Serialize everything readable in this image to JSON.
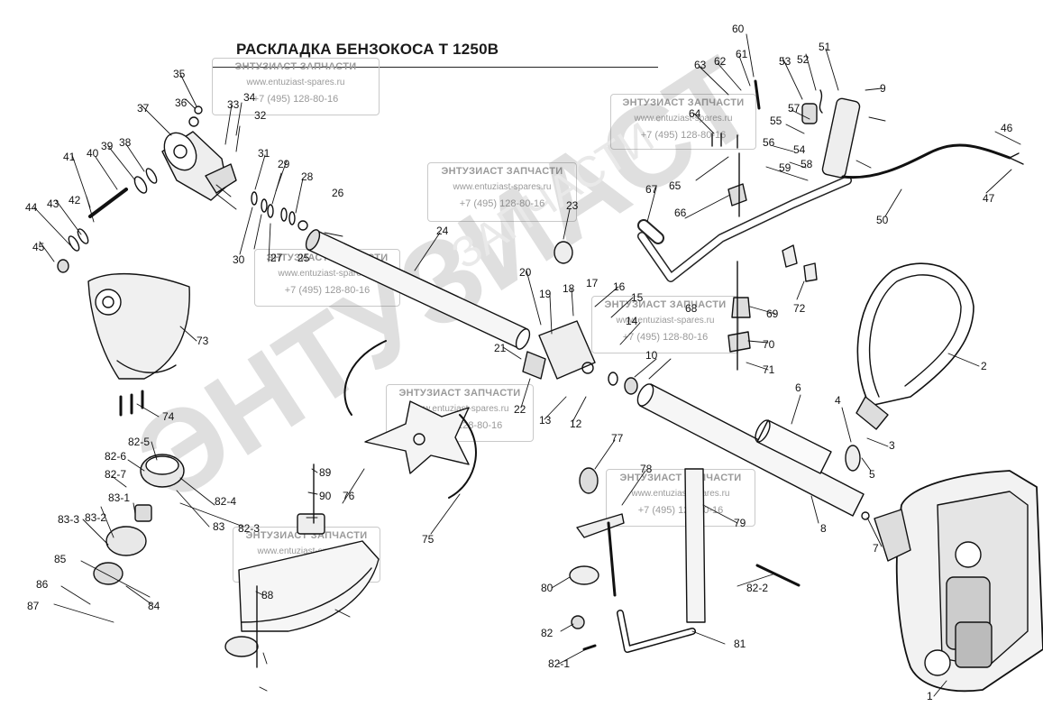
{
  "title": "РАСКЛАДКА БЕНЗОКОСА  Т 1250В",
  "watermark": {
    "name": "ЭНТУЗИАСТ ЗАПЧАСТИ",
    "url": "www.entuziast-spares.ru",
    "phone": "+7 (495) 128-80-16",
    "big_text": "ЭНТУЗИАСТ",
    "big_sub": "ЗАПЧАСТИ"
  },
  "labels": [
    "1",
    "2",
    "3",
    "4",
    "5",
    "6",
    "7",
    "8",
    "9",
    "10",
    "12",
    "13",
    "14",
    "15",
    "16",
    "17",
    "18",
    "19",
    "20",
    "21",
    "22",
    "23",
    "24",
    "25",
    "26",
    "27",
    "28",
    "29",
    "30",
    "31",
    "32",
    "33",
    "34",
    "35",
    "36",
    "37",
    "38",
    "39",
    "40",
    "41",
    "42",
    "43",
    "44",
    "45",
    "46",
    "47",
    "50",
    "51",
    "52",
    "53",
    "54",
    "55",
    "56",
    "57",
    "58",
    "59",
    "60",
    "61",
    "62",
    "63",
    "64",
    "65",
    "66",
    "67",
    "68",
    "69",
    "70",
    "71",
    "72",
    "73",
    "74",
    "75",
    "76",
    "77",
    "78",
    "79",
    "80",
    "81",
    "82",
    "82-1",
    "82-2",
    "82-3",
    "82-4",
    "82-5",
    "82-6",
    "82-7",
    "83",
    "83-1",
    "83-2",
    "83-3",
    "84",
    "85",
    "86",
    "87",
    "88",
    "89",
    "90"
  ]
}
